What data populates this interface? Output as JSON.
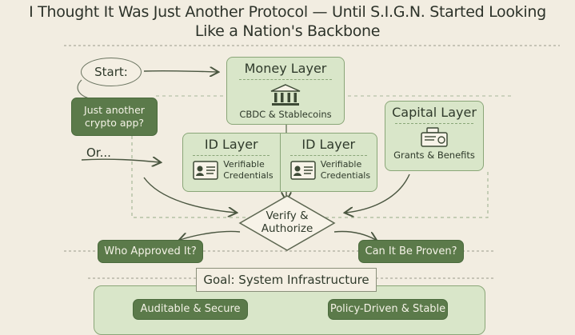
{
  "title": {
    "line1": "I Thought It Was Just Another Protocol — Until S.I.G.N. Started Looking",
    "line2": "Like a Nation's Backbone"
  },
  "start_label": "Start:",
  "question_label": "Just another crypto app?",
  "or_label": "Or...",
  "money_layer": {
    "title": "Money Layer",
    "subtitle": "CBDC & Stablecoins",
    "icon": "bank-icon"
  },
  "id_layers": [
    {
      "title": "ID Layer",
      "subtitle": "Verifiable Credentials",
      "icon": "id-card-icon"
    },
    {
      "title": "ID Layer",
      "subtitle": "Verifiable Credentials",
      "icon": "id-card-icon"
    }
  ],
  "capital_layer": {
    "title": "Capital Layer",
    "subtitle": "Grants & Benefits",
    "icon": "cash-register-icon"
  },
  "verify_label": "Verify & Authorize",
  "who_approved": "Who Approved It?",
  "can_be_proven": "Can It Be Proven?",
  "goal_label": "Goal: System Infrastructure",
  "goal_items": [
    "Auditable & Secure",
    "Policy-Driven & Stable"
  ],
  "colors": {
    "background": "#f2ede1",
    "box_fill": "#d9e6c9",
    "box_border": "#8aa678",
    "dark_fill": "#5b7a4a",
    "ink": "#2f3a2b"
  }
}
